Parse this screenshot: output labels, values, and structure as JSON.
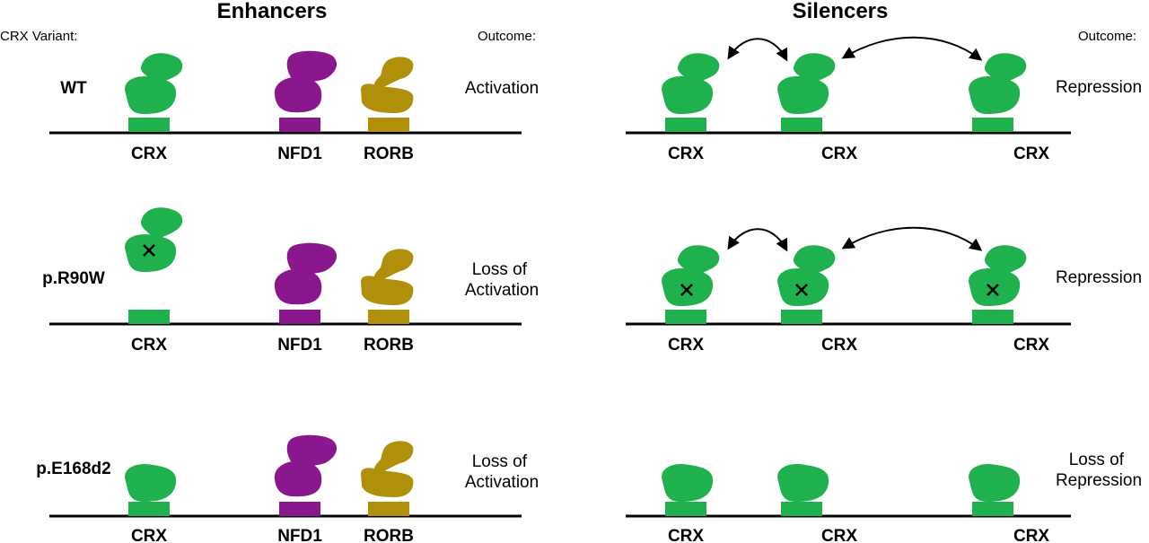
{
  "headings": {
    "enhancers": "Enhancers",
    "silencers": "Silencers",
    "variant_label": "CRX Variant:",
    "outcome_left": "Outcome:",
    "outcome_right": "Outcome:"
  },
  "colors": {
    "crx": "#1fb14e",
    "nfd1": "#8a178d",
    "rorb": "#b08f0a",
    "dna": "#000000",
    "mutation_mark": "#000000"
  },
  "rows": [
    {
      "variant": "WT",
      "enhancer_outcome": [
        "Activation"
      ],
      "silencer_outcome": [
        "Repression"
      ],
      "labels": {
        "crx": "CRX",
        "nfd1": "NFD1",
        "rorb": "RORB",
        "s1": "CRX",
        "s2": "CRX",
        "s3": "CRX"
      }
    },
    {
      "variant": "p.R90W",
      "enhancer_outcome": [
        "Loss of",
        "Activation"
      ],
      "silencer_outcome": [
        "Repression"
      ],
      "labels": {
        "crx": "CRX",
        "nfd1": "NFD1",
        "rorb": "RORB",
        "s1": "CRX",
        "s2": "CRX",
        "s3": "CRX"
      }
    },
    {
      "variant": "p.E168d2",
      "enhancer_outcome": [
        "Loss of",
        "Activation"
      ],
      "silencer_outcome": [
        "Loss of",
        "Repression"
      ],
      "labels": {
        "crx": "CRX",
        "nfd1": "NFD1",
        "rorb": "RORB",
        "s1": "CRX",
        "s2": "CRX",
        "s3": "CRX"
      }
    }
  ]
}
